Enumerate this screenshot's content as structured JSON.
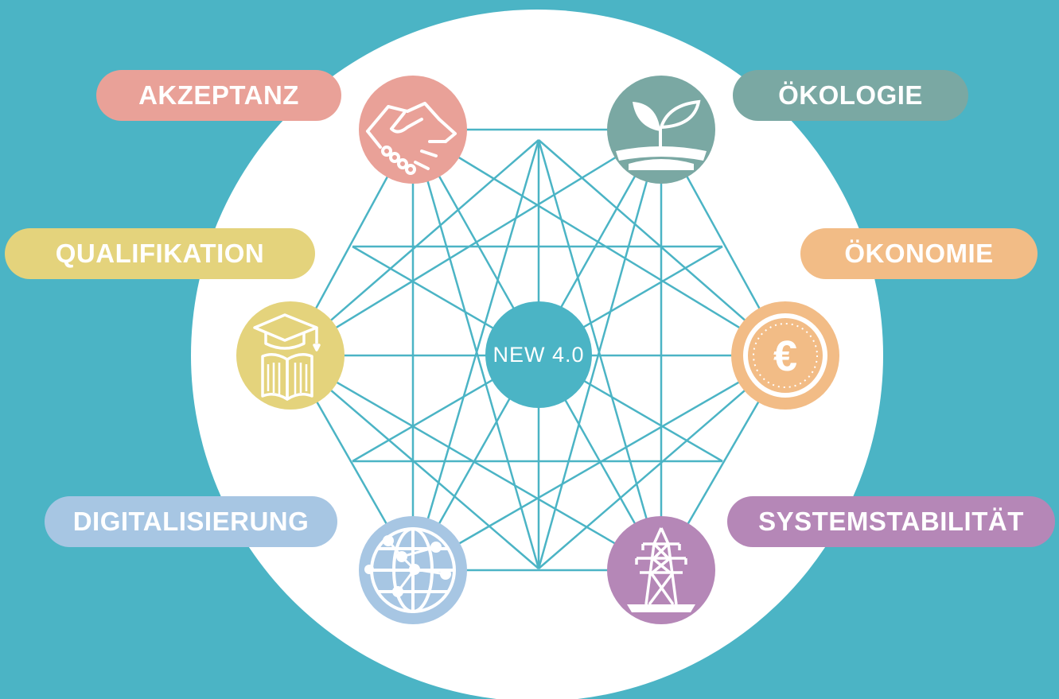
{
  "center": {
    "label": "NEW 4.0",
    "color": "#4bb4c5"
  },
  "background": {
    "outer": "#4bb4c5",
    "disc": "#ffffff",
    "lines": "#4bb4c5"
  },
  "topics": [
    {
      "label": "AKZEPTANZ",
      "color": "#e9a198",
      "icon": "handshake-icon"
    },
    {
      "label": "ÖKOLOGIE",
      "color": "#7aa8a3",
      "icon": "plant-sprout-icon"
    },
    {
      "label": "QUALIFIKATION",
      "color": "#e4d37c",
      "icon": "graduation-cap-book-icon"
    },
    {
      "label": "ÖKONOMIE",
      "color": "#f2bc86",
      "icon": "euro-coin-icon"
    },
    {
      "label": "DIGITALISIERUNG",
      "color": "#a7c6e3",
      "icon": "globe-network-icon"
    },
    {
      "label": "SYSTEMSTABILITÄT",
      "color": "#b587b7",
      "icon": "power-pylon-icon"
    }
  ]
}
